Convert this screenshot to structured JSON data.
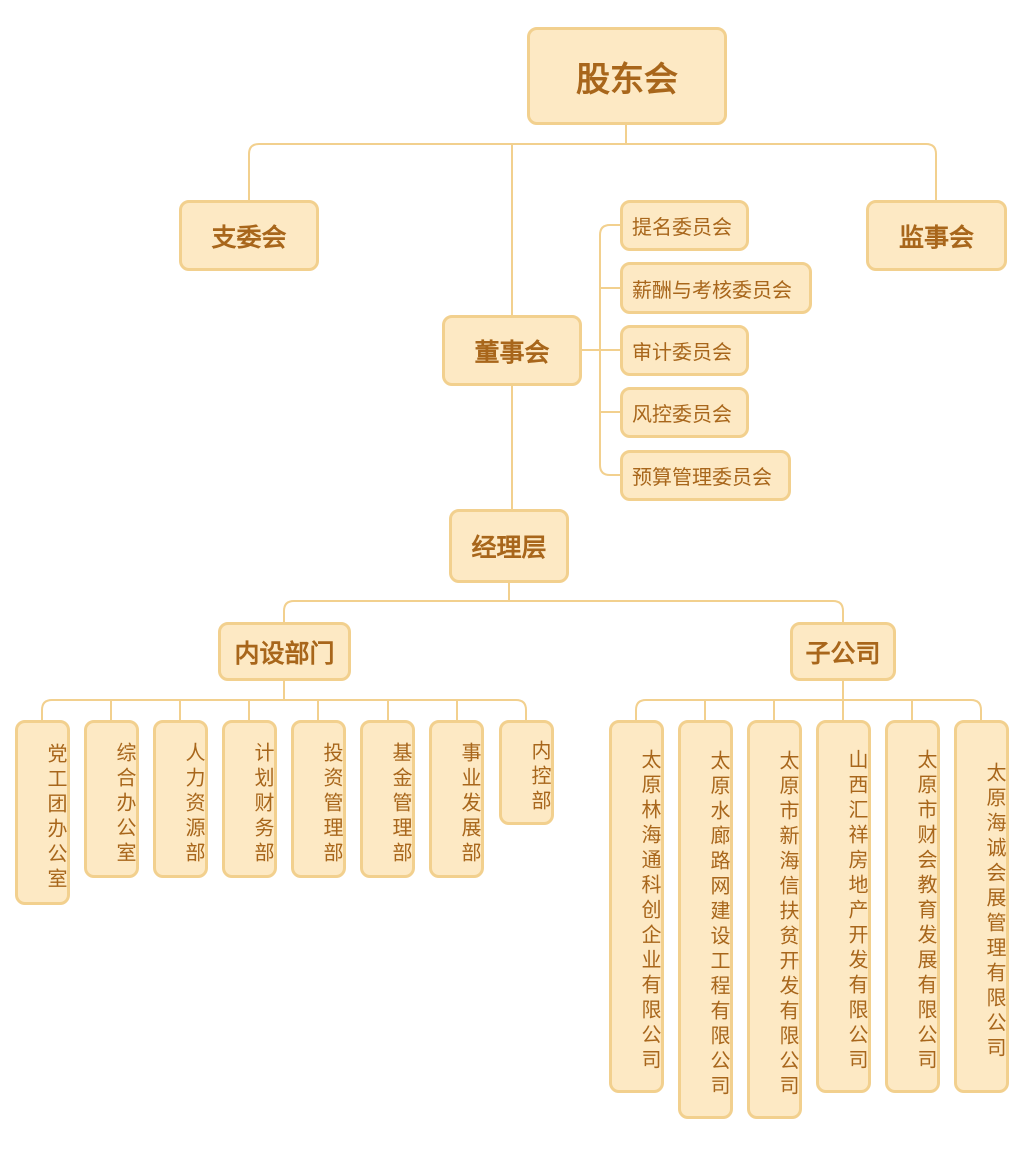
{
  "colors": {
    "fill": "#fde9c4",
    "border": "#f2d08e",
    "text": "#a8661b",
    "connector": "#f2d08e"
  },
  "top": {
    "shareholders": "股东会",
    "party_committee": "支委会",
    "supervisory_board": "监事会",
    "board": "董事会",
    "management": "经理层"
  },
  "committees": [
    "提名委员会",
    "薪酬与考核委员会",
    "审计委员会",
    "风控委员会",
    "预算管理委员会"
  ],
  "divisions": {
    "internal": "内设部门",
    "subsidiaries": "子公司"
  },
  "departments": [
    "党工团办公室",
    "综合办公室",
    "人力资源部",
    "计划财务部",
    "投资管理部",
    "基金管理部",
    "事业发展部",
    "内控部"
  ],
  "companies": [
    "太原林海通科创企业有限公司",
    "太原水廊路网建设工程有限公司",
    "太原市新海信扶贫开发有限公司",
    "山西汇祥房地产开发有限公司",
    "太原市财会教育发展有限公司",
    "太原海诚会展管理有限公司"
  ]
}
